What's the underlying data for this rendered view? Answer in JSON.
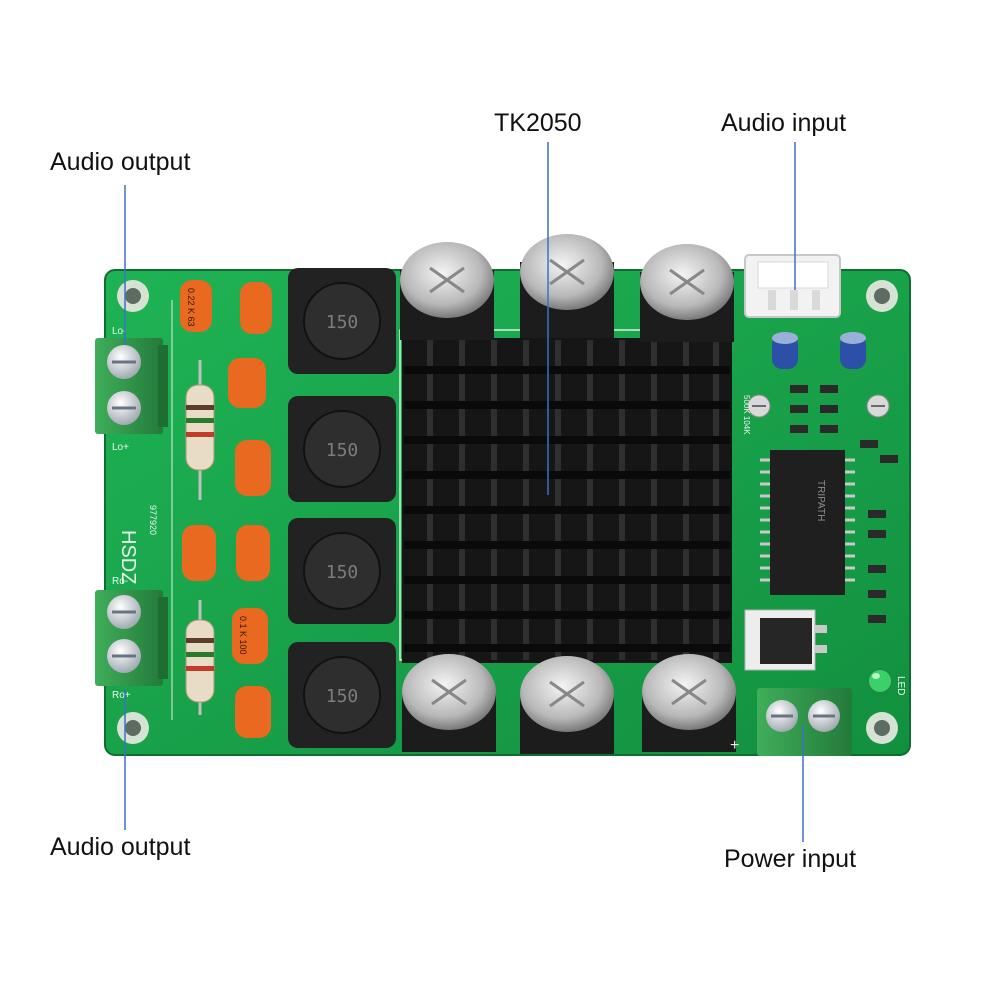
{
  "callouts": {
    "audio_output_top": "Audio output",
    "tk2050": "TK2050",
    "audio_input": "Audio input",
    "audio_output_bottom": "Audio output",
    "power_input": "Power input"
  },
  "board": {
    "brand_text": "HSDZ",
    "serial_text": "977920",
    "left_plus_top": "Lo+",
    "left_minus_top": "Lo-",
    "right_minus": "Ro-",
    "right_plus": "Ro+",
    "led_label": "LED",
    "inductor_marking": "150",
    "cap_marking_a": "0.22 K 63",
    "cap_marking_b": "0.1 K 100",
    "plus_sign": "+",
    "ic_brand": "TRIPATH",
    "pot_label": "500K 104K"
  },
  "colors": {
    "pcb": "#17a34a",
    "pcb_dark": "#0f7a35",
    "heatsink": "#101010",
    "terminal": "#2f9a4a",
    "capacitor_orange": "#e8691f",
    "leader_line": "#3f6fc9"
  }
}
